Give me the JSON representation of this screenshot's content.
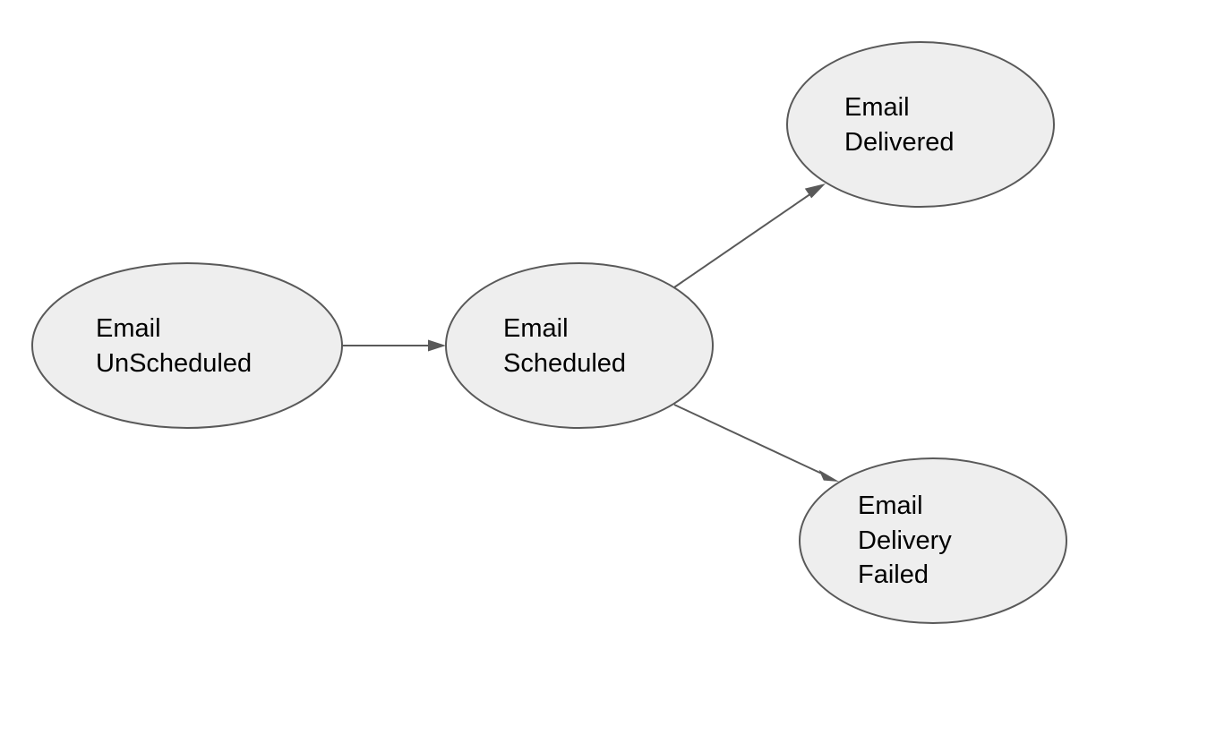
{
  "diagram": {
    "nodes": [
      {
        "id": "unscheduled",
        "lines": [
          "Email",
          "UnScheduled"
        ]
      },
      {
        "id": "scheduled",
        "lines": [
          "Email",
          "Scheduled"
        ]
      },
      {
        "id": "delivered",
        "lines": [
          "Email",
          "Delivered"
        ]
      },
      {
        "id": "failed",
        "lines": [
          "Email",
          "Delivery",
          "Failed"
        ]
      }
    ],
    "edges": [
      {
        "from": "unscheduled",
        "to": "scheduled"
      },
      {
        "from": "scheduled",
        "to": "delivered"
      },
      {
        "from": "scheduled",
        "to": "failed"
      }
    ],
    "colors": {
      "node_fill": "#eeeeee",
      "stroke": "#595959",
      "text": "#000000"
    }
  }
}
